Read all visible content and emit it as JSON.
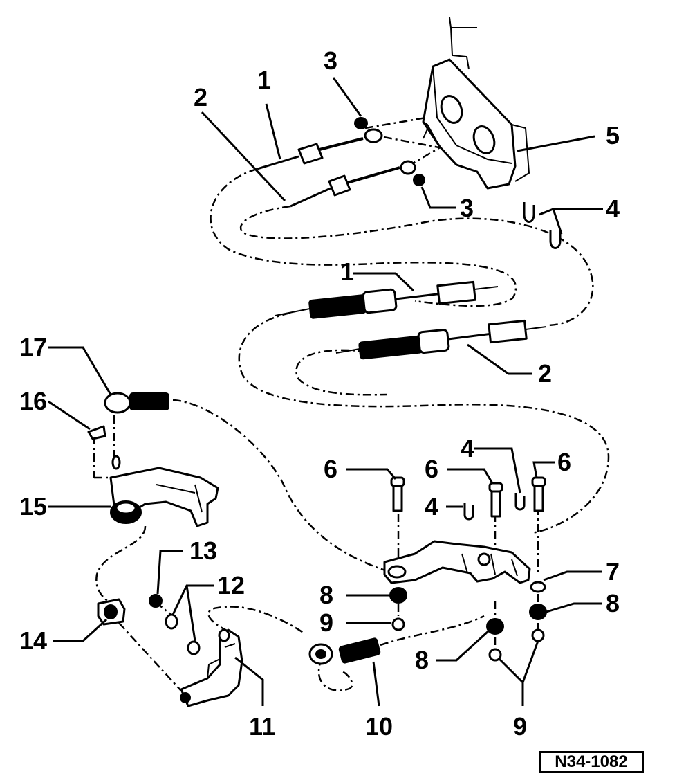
{
  "callouts": {
    "c1a": "1",
    "c2a": "2",
    "c3a": "3",
    "c3b": "3",
    "c4a": "4",
    "c5": "5",
    "c1b": "1",
    "c2b": "2",
    "c17": "17",
    "c16": "16",
    "c15": "15",
    "c6a": "6",
    "c6b": "6",
    "c6c": "6",
    "c4b": "4",
    "c4c": "4",
    "c7": "7",
    "c8a": "8",
    "c8b": "8",
    "c8c": "8",
    "c9a": "9",
    "c9b": "9",
    "c13": "13",
    "c12": "12",
    "c14": "14",
    "c11": "11",
    "c10": "10"
  },
  "reference": "N34-1082"
}
